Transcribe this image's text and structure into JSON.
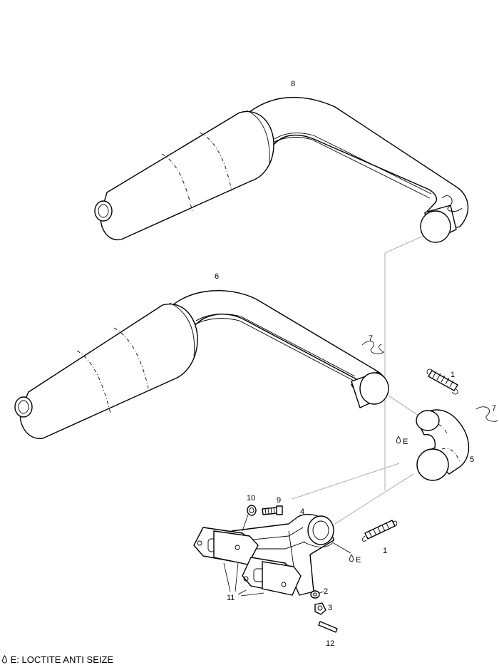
{
  "callouts": {
    "p1a": "1",
    "p1b": "1",
    "p2": "2",
    "p3": "3",
    "p4": "4",
    "p5": "5",
    "p6": "6",
    "p7a": "7",
    "p7b": "7",
    "p8": "8",
    "p9": "9",
    "p10": "10",
    "p11": "11",
    "p12": "12",
    "e1": "E",
    "e2": "E"
  },
  "legend": {
    "text": "E: LOCTITE ANTI SEIZE"
  }
}
